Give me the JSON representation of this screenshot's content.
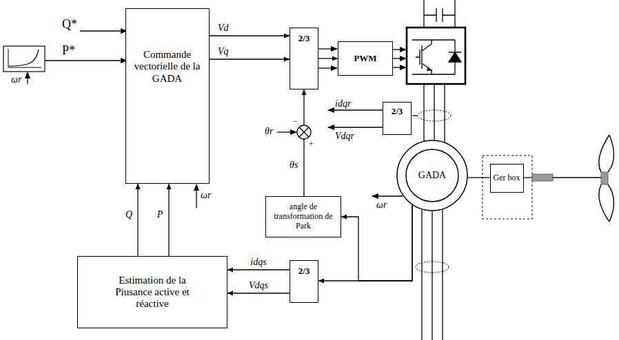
{
  "diagram": {
    "nodes": [
      {
        "text": [
          "Commande vectorielle de la GADA"
        ]
      },
      {
        "text": [
          "2/3"
        ]
      },
      {
        "text": [
          "PWM"
        ]
      },
      {
        "text": [
          "2/3"
        ]
      },
      {
        "text": [
          "GADA"
        ]
      },
      {
        "text": [
          "Ger box"
        ]
      },
      {
        "text": [
          "angle de transformation de Park"
        ]
      },
      {
        "text": [
          "2/3"
        ]
      },
      {
        "text": [
          "Estimation de la Piusance active et réactive"
        ]
      }
    ],
    "edges": [
      {
        "from": 0,
        "to": 1,
        "arrow": "to",
        "label": "Vd"
      },
      {
        "from": 0,
        "to": 1,
        "arrow": "to",
        "label": "Vq"
      },
      {
        "from": 1,
        "to": 2,
        "arrow": "to"
      },
      {
        "from": 6,
        "to": 1,
        "arrow": "to"
      },
      {
        "from": 4,
        "to": 7,
        "arrow": "to"
      },
      {
        "from": 4,
        "to": 6,
        "arrow": "to"
      },
      {
        "from": 7,
        "to": 8,
        "arrow": "to",
        "label": "idqs"
      },
      {
        "from": 7,
        "to": 8,
        "arrow": "to",
        "label": "Vdqs"
      },
      {
        "from": 8,
        "to": 0,
        "arrow": "to",
        "label": "Q"
      },
      {
        "from": 8,
        "to": 0,
        "arrow": "to",
        "label": "P"
      },
      {
        "from": 4,
        "to": 5,
        "arrow": "none"
      }
    ],
    "labels": [
      "Q*",
      "P*",
      "ωr",
      "θr",
      "−",
      "+",
      "θs",
      "idqr",
      "Vdqr",
      "ωr",
      "ωr"
    ]
  }
}
